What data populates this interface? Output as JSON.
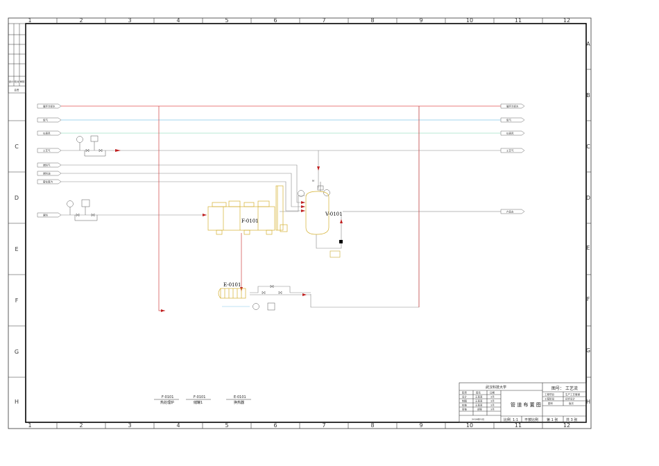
{
  "border": {
    "columns": [
      "1",
      "2",
      "3",
      "4",
      "5",
      "6",
      "7",
      "8",
      "9",
      "10",
      "11",
      "12"
    ],
    "rows": [
      "A",
      "B",
      "C",
      "D",
      "E",
      "F",
      "G",
      "H"
    ]
  },
  "equipment": {
    "furnace": "F-0101",
    "vessel": "V-0101",
    "exchanger": "E-0101"
  },
  "streams_left": [
    "循环冷却水",
    "氮气",
    "仪表风",
    "工艺气",
    "燃料气",
    "燃料油",
    "雾化蒸汽",
    "原料"
  ],
  "streams_right": [
    "循环冷却水",
    "氮气",
    "仪表风",
    "工艺气",
    "产品去"
  ],
  "legend": [
    {
      "tag": "F-0101",
      "name": "热处理炉"
    },
    {
      "tag": "F-0101",
      "name": "储罐1"
    },
    {
      "tag": "E-0101",
      "name": "换热器"
    }
  ],
  "title_block": {
    "school": "武汉科技大学",
    "drawing_title": "管 道 布 置 图",
    "figure_no_label": "图号：",
    "figure_no": "工艺流",
    "roles": [
      "职责",
      "设计",
      "制图",
      "校核",
      "审核"
    ],
    "signatures": [
      "签名",
      "王某某",
      "王某某",
      "王某某",
      "胡某"
    ],
    "dates": [
      "日期",
      "3月",
      "3月",
      "3月",
      "3月"
    ],
    "date": "2026年5月",
    "scale_label": "比例",
    "scale_value": "1:1",
    "scale_note": "不按比例",
    "sheet_no": "第 1 张",
    "sheet_total": "共 3 张",
    "project_info": [
      "工程项目",
      "生产工艺管道",
      "工程阶段",
      "初步设计",
      "图号",
      "版次"
    ]
  },
  "side_table": {
    "headers": [
      "设计",
      "校对",
      "审核"
    ],
    "footer": "会签"
  }
}
